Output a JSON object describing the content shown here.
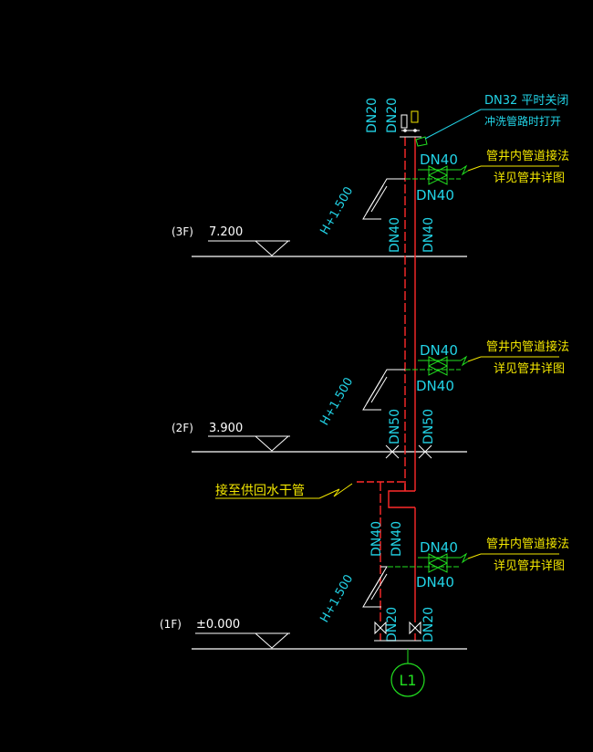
{
  "colors": {
    "background": "#000000",
    "white": "#ffffff",
    "pipe": "#ff2a2a",
    "cyan": "#22d3e6",
    "yellow": "#f2e600",
    "green": "#22e020",
    "leader": "#f2e600"
  },
  "floors": [
    {
      "tag": "(3F)",
      "elevation": "7.200"
    },
    {
      "tag": "(2F)",
      "elevation": "3.900"
    },
    {
      "tag": "(1F)",
      "elevation": "±0.000"
    }
  ],
  "top": {
    "dn_left": "DN20",
    "dn_right": "DN20",
    "valve_note_line1": "DN32 平时关闭",
    "valve_note_line2": "冲洗管路时打开"
  },
  "branches": [
    {
      "dn_top": "DN40",
      "dn_bottom": "DN40",
      "height": "H+1.500",
      "note_line1": "管井内管道接法",
      "note_line2": "详见管井详图"
    },
    {
      "dn_top": "DN40",
      "dn_bottom": "DN40",
      "height": "H+1.500",
      "note_line1": "管井内管道接法",
      "note_line2": "详见管井详图"
    },
    {
      "dn_top": "DN40",
      "dn_bottom": "DN40",
      "height": "H+1.500",
      "note_line1": "管井内管道接法",
      "note_line2": "详见管井详图"
    }
  ],
  "risers": {
    "upper_left": "DN40",
    "upper_right": "DN40",
    "middle_left": "DN50",
    "middle_right": "DN50",
    "lower_left": "DN40",
    "lower_right": "DN40",
    "bottom_left": "DN20",
    "bottom_right": "DN20"
  },
  "return_note": "接至供回水干管",
  "riser_id": "L1"
}
